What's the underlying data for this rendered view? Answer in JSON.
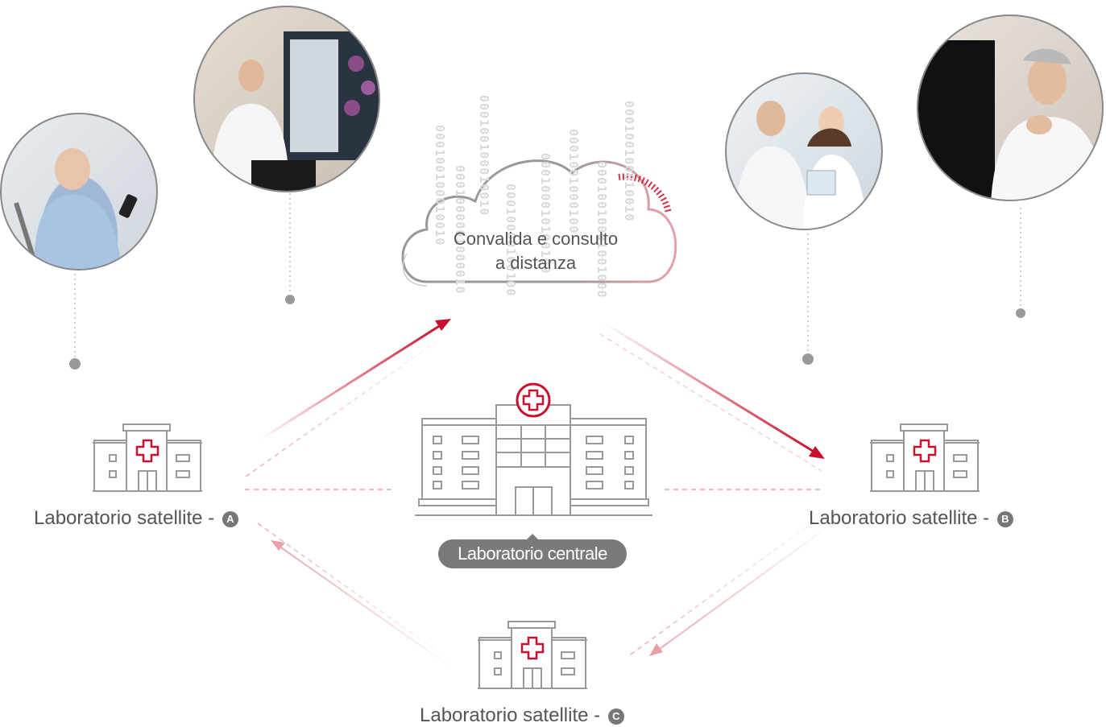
{
  "cloud": {
    "line1": "Convalida e consulto",
    "line2": "a distanza"
  },
  "central": {
    "label": "Laboratorio centrale"
  },
  "satellites": [
    {
      "label": "Laboratorio satellite - ",
      "badge": "A"
    },
    {
      "label": "Laboratorio satellite - ",
      "badge": "B"
    },
    {
      "label": "Laboratorio satellite - ",
      "badge": "C"
    }
  ],
  "binary": [
    "000100100010010",
    "0001000001000010",
    "000100100010010",
    "00010000100100",
    "000100010100100",
    "0001001000100",
    "00010010001001000",
    "000100100010010"
  ],
  "colors": {
    "accent": "#c8102e",
    "gray": "#777777",
    "line": "#999999"
  }
}
